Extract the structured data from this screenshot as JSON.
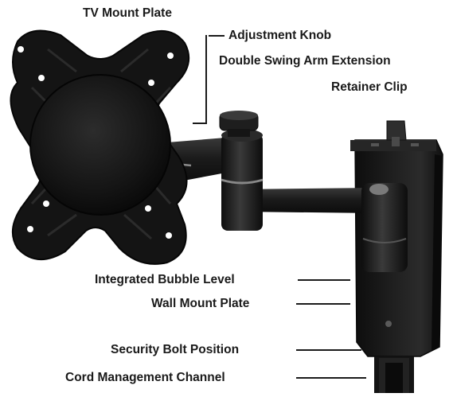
{
  "colors": {
    "metal_dark": "#151515",
    "metal_mid": "#2b2b2b",
    "highlight": "#6a6a6a",
    "label_text": "#1a1a1a",
    "background": "#ffffff"
  },
  "labels": {
    "tv_mount_plate": "TV Mount Plate",
    "adjustment_knob": "Adjustment Knob",
    "double_swing_arm": "Double Swing Arm Extension",
    "retainer_clip": "Retainer Clip",
    "bubble_level": "Integrated Bubble Level",
    "wall_mount_plate": "Wall Mount Plate",
    "security_bolt": "Security Bolt Position",
    "cord_channel": "Cord Management Channel"
  }
}
